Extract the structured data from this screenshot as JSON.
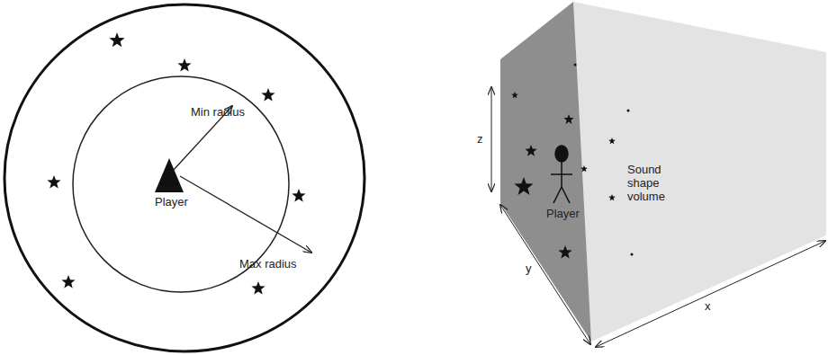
{
  "diagram": {
    "labels": [
      "Min radius",
      "Max radius",
      "Player",
      "z",
      "y",
      "x",
      "Sound shape volume",
      "Player"
    ]
  }
}
